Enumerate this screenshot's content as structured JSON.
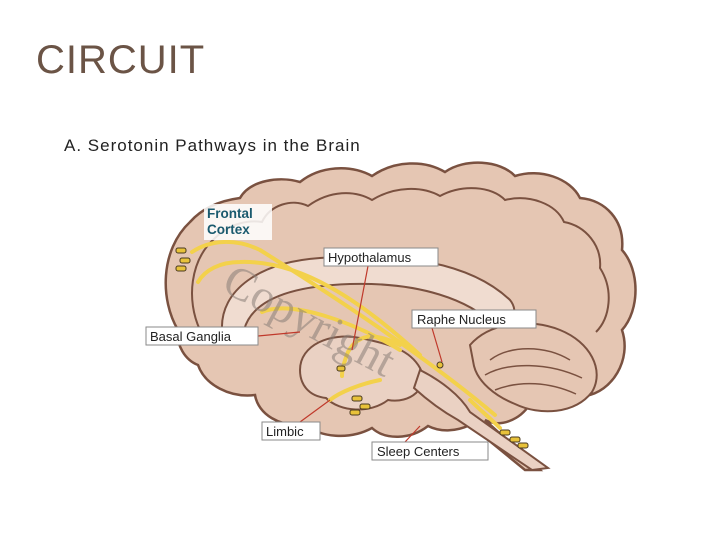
{
  "slide": {
    "title": "CIRCUIT"
  },
  "figure": {
    "caption": "A. Serotonin Pathways in the Brain",
    "labels": {
      "frontal_cortex_line1": "Frontal",
      "frontal_cortex_line2": "Cortex",
      "hypothalamus": "Hypothalamus",
      "raphe_nucleus": "Raphe Nucleus",
      "basal_ganglia": "Basal Ganglia",
      "limbic": "Limbic",
      "sleep_centers": "Sleep Centers"
    },
    "watermark": "Copyright",
    "colors": {
      "brain_fill": "#e5c6b3",
      "brain_outline": "#7a5140",
      "pathway": "#f3d14b",
      "frontal_label": "#1a5a6e",
      "pointer": "#c0392b",
      "title": "#6b5446"
    }
  }
}
